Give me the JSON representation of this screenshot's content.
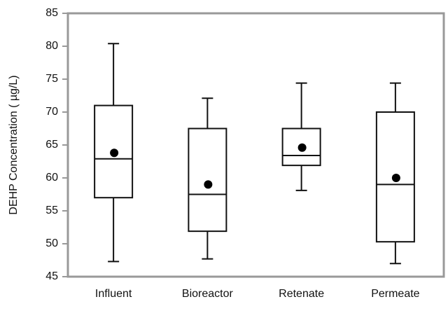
{
  "chart_data": {
    "type": "box",
    "title": "",
    "xlabel": "",
    "ylabel": "DEHP Concentration ( µg/L)",
    "ylim": [
      45,
      85
    ],
    "yticks": [
      45,
      50,
      55,
      60,
      65,
      70,
      75,
      80,
      85
    ],
    "grid": false,
    "legend": null,
    "categories": [
      "Influent",
      "Bioreactor",
      "Retenate",
      "Permeate"
    ],
    "series": [
      {
        "name": "Influent",
        "min": 47.3,
        "q1": 57.0,
        "median": 62.9,
        "q3": 71.0,
        "max": 80.4,
        "mean": 63.8
      },
      {
        "name": "Bioreactor",
        "min": 47.7,
        "q1": 51.9,
        "median": 57.5,
        "q3": 67.5,
        "max": 72.1,
        "mean": 59.0
      },
      {
        "name": "Retenate",
        "min": 58.1,
        "q1": 61.9,
        "median": 63.4,
        "q3": 67.5,
        "max": 74.4,
        "mean": 64.6
      },
      {
        "name": "Permeate",
        "min": 47.0,
        "q1": 50.3,
        "median": 59.0,
        "q3": 70.0,
        "max": 74.4,
        "mean": 60.0
      }
    ]
  },
  "colors": {
    "frame": "#999999",
    "box": "#111111",
    "mean_marker": "#000000"
  }
}
